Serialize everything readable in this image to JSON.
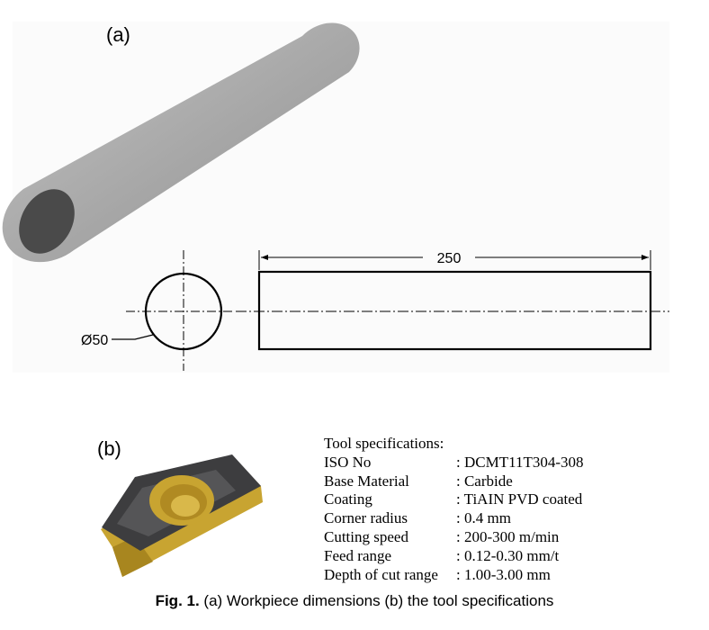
{
  "panel_a": {
    "label": "(a)",
    "length_dim": "250",
    "diameter_dim": "Ø50"
  },
  "panel_b": {
    "label": "(b)",
    "specs_title": "Tool specifications:",
    "specs": [
      {
        "key": "ISO No",
        "value": ": DCMT11T304-308"
      },
      {
        "key": "Base Material",
        "value": ": Carbide"
      },
      {
        "key": "Coating",
        "value": ": TiAIN PVD coated"
      },
      {
        "key": "Corner radius",
        "value": ": 0.4 mm"
      },
      {
        "key": "Cutting speed",
        "value": ": 200-300 m/min"
      },
      {
        "key": "Feed range",
        "value": ": 0.12-0.30 mm/t"
      },
      {
        "key": "Depth of cut range",
        "value": ": 1.00-3.00 mm"
      }
    ],
    "insert_colors": {
      "body": "#3d3d3f",
      "gold": "#c8a431",
      "hole": "#b08a22"
    }
  },
  "caption": {
    "prefix": "Fig. 1.",
    "text": " (a) Workpiece dimensions (b) the tool specifications"
  },
  "colors": {
    "cylinder": "#a9a9a9",
    "cylinder_end": "#4a4a4a",
    "drawing_bg": "#fafafa"
  }
}
